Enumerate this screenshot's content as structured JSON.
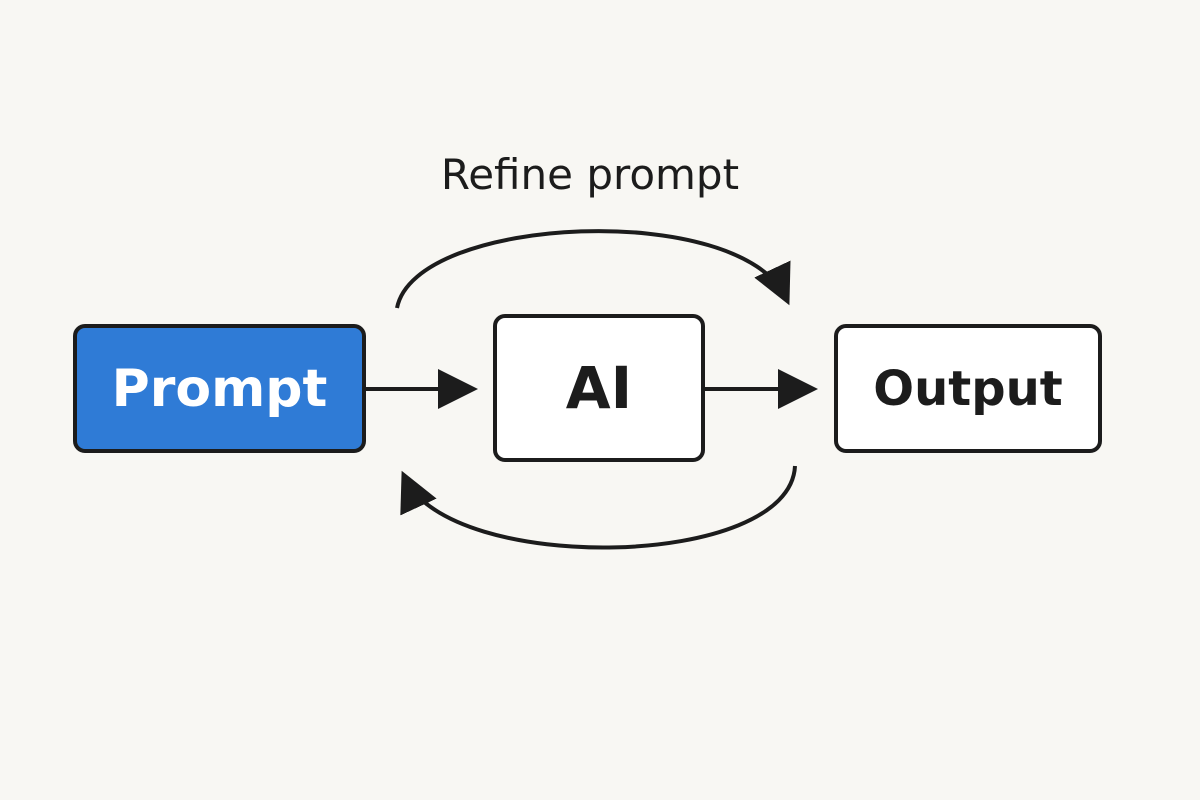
{
  "diagram": {
    "nodes": [
      {
        "id": "prompt",
        "label": "Prompt",
        "fill": "#2f7bd6"
      },
      {
        "id": "ai",
        "label": "AI",
        "fill": "#ffffff"
      },
      {
        "id": "output",
        "label": "Output",
        "fill": "#ffffff"
      }
    ],
    "edges": [
      {
        "from": "prompt",
        "to": "ai"
      },
      {
        "from": "ai",
        "to": "output"
      }
    ],
    "loop": {
      "label": "Refine prompt",
      "direction": "output-to-prompt"
    }
  },
  "colors": {
    "accent": "#2f7bd6",
    "stroke": "#1c1c1c",
    "background": "#f8f7f3"
  }
}
